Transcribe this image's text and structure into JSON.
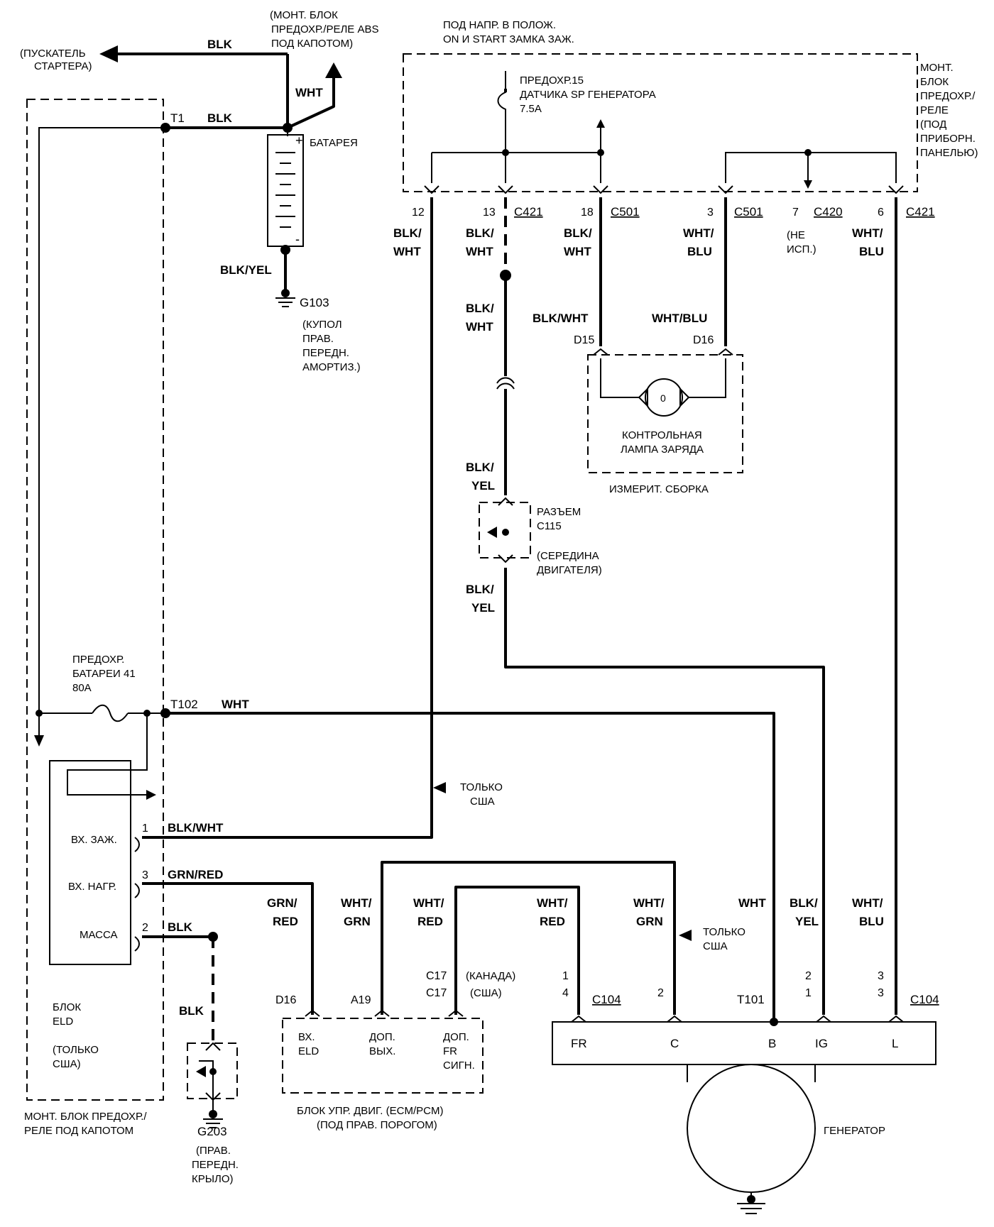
{
  "labels": {
    "starter": [
      "(ПУСКАТЕЛЬ",
      "СТАРТЕРА)"
    ],
    "abs_box": [
      "(МОНТ. БЛОК",
      "ПРЕДОХР./РЕЛЕ ABS",
      "ПОД КАПОТОМ)"
    ],
    "ign_feed": [
      "ПОД НАПР. В ПОЛОЖ.",
      "ON И START ЗАМКА ЗАЖ."
    ],
    "fuse15": [
      "ПРЕДОХР.15",
      "ДАТЧИКА SP ГЕНЕРАТОРА",
      "7.5A"
    ],
    "dash_box": [
      "МОНТ.",
      "БЛОК",
      "ПРЕДОХР./",
      "РЕЛЕ",
      "(ПОД",
      "ПРИБОРН.",
      "ПАНЕЛЬЮ)"
    ],
    "battery": "БАТАРЕЯ",
    "g103": "G103",
    "g103_loc": [
      "(КУПОЛ",
      "ПРАВ.",
      "ПЕРЕДН.",
      "АМОРТИЗ.)"
    ],
    "t1": "T1",
    "t102": "T102",
    "t101": "T101",
    "charge_lamp": [
      "КОНТРОЛЬНАЯ",
      "ЛАМПА ЗАРЯДА"
    ],
    "gauge": "ИЗМЕРИТ. СБОРКА",
    "c115": [
      "РАЗЪЕМ",
      "C115"
    ],
    "c115_loc": [
      "(СЕРЕДИНА",
      "ДВИГАТЕЛЯ)"
    ],
    "fuse41": [
      "ПРЕДОХР.",
      "БАТАРЕИ 41",
      "80A"
    ],
    "usa_only_1": [
      "ТОЛЬКО",
      "США"
    ],
    "usa_only_2": [
      "ТОЛЬКО",
      "США"
    ],
    "eld_inputs": [
      "ВХ. ЗАЖ.",
      "ВХ. НАГР.",
      "МАССА"
    ],
    "eld_block": [
      "БЛОК",
      "ELD",
      "(ТОЛЬКО",
      "США)"
    ],
    "underhood_box": [
      "МОНТ. БЛОК ПРЕДОХР./",
      "РЕЛЕ ПОД КАПОТОМ"
    ],
    "g203": "G203",
    "g203_loc": [
      "(ПРАВ.",
      "ПЕРЕДН.",
      "КРЫЛО)"
    ],
    "ecm_pins": [
      "ВХ.",
      "ELD",
      "ДОП.",
      "ВЫХ.",
      "ДОП.",
      "FR",
      "СИГН."
    ],
    "ecm_name": [
      "БЛОК УПР. ДВИГ. (ECM/PCM)",
      "(ПОД ПРАВ. ПОРОГОМ)"
    ],
    "alt_terms": [
      "FR",
      "C",
      "B",
      "IG",
      "L"
    ],
    "alternator": "ГЕНЕРАТОР",
    "canada": "(КАНАДА)",
    "usa": "(США)",
    "not_used": [
      "(НЕ",
      "ИСП.)"
    ]
  },
  "wires": {
    "blk": "BLK",
    "wht": "WHT",
    "blk_yel": "BLK/YEL",
    "blk_wht_split": [
      "BLK/",
      "WHT"
    ],
    "blk_yel_split": [
      "BLK/",
      "YEL"
    ],
    "wht_blu_split": [
      "WHT/",
      "BLU"
    ],
    "blk_wht": "BLK/WHT",
    "wht_blu": "WHT/BLU",
    "grn_red": "GRN/RED",
    "grn_red_split": [
      "GRN/",
      "RED"
    ],
    "wht_grn_split": [
      "WHT/",
      "GRN"
    ],
    "wht_red_split": [
      "WHT/",
      "RED"
    ]
  },
  "connectors": {
    "c421": "C421",
    "c501": "C501",
    "c420": "C420",
    "c104": "C104",
    "d15": "D15",
    "d16": "D16",
    "d16_ecm": "D16",
    "a19": "A19",
    "c17": "C17"
  },
  "pins": {
    "p12": "12",
    "p13": "13",
    "p18": "18",
    "p3": "3",
    "p7": "7",
    "p6": "6",
    "eld1": "1",
    "eld3": "3",
    "eld2": "2",
    "c104_1": "1",
    "c104_4": "4",
    "c104_2": "2",
    "ig2": "2",
    "ig1": "1",
    "l3a": "3",
    "l3b": "3"
  }
}
